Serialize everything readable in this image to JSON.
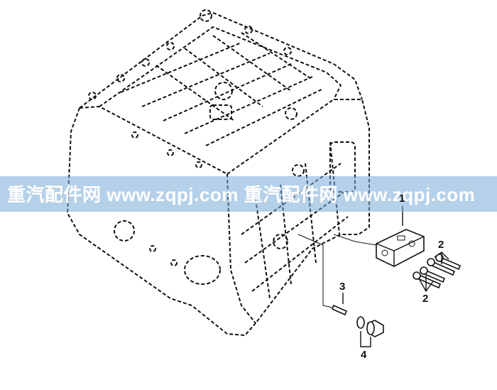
{
  "watermark": {
    "text": "重汽配件网 www.zqpj.com 重汽配件网 www.zqpj.com",
    "band_color": "#78aad7"
  },
  "callouts": [
    {
      "id": "1",
      "label": "1"
    },
    {
      "id": "2a",
      "label": "2"
    },
    {
      "id": "2b",
      "label": "2"
    },
    {
      "id": "3",
      "label": "3"
    },
    {
      "id": "4",
      "label": "4"
    }
  ],
  "colors": {
    "line": "#111111",
    "background": "#ffffff"
  }
}
